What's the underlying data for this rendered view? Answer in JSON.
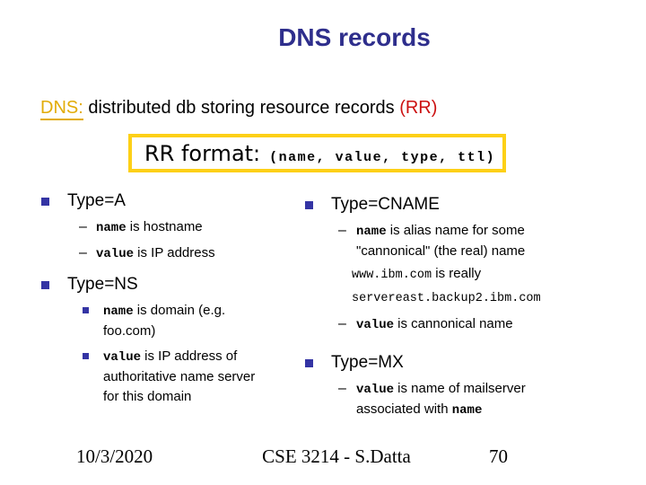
{
  "colors": {
    "title-navy": "#2e2e8c",
    "bullet-blue": "#3434a4",
    "gold": "#e2ac07",
    "box-gold": "#fdd017",
    "red": "#cc1111"
  },
  "slide": {
    "title": "DNS records",
    "intro": {
      "label": "DNS:",
      "body": " distributed db storing resource records ",
      "highlight": "(RR)"
    },
    "rr_box": {
      "label": "RR format:",
      "tuple": "(name, value, type, ttl)"
    },
    "markers": {
      "dash": "–"
    },
    "sections": {
      "type_a": {
        "heading": "Type=A",
        "item1": {
          "kw": "name",
          "rest": " is hostname"
        },
        "item2": {
          "kw": "value",
          "rest": " is IP address"
        }
      },
      "type_ns": {
        "heading": "Type=NS",
        "item1": {
          "kw": "name",
          "rest": " is domain (e.g.",
          "line2": "foo.com)"
        },
        "item2": {
          "kw": "value",
          "rest": " is IP address of",
          "line2": "authoritative name server",
          "line3": "for this domain"
        }
      },
      "type_cname": {
        "heading": "Type=CNAME",
        "item1": {
          "kw": "name",
          "rest": " is alias name for some",
          "line2": "\"cannonical\" (the real) name"
        },
        "note": {
          "host": "www.ibm.com",
          "rest": " is really",
          "line2": "servereast.backup2.ibm.com"
        },
        "item2": {
          "kw": "value",
          "rest": " is cannonical name"
        }
      },
      "type_mx": {
        "heading": "Type=MX",
        "item1": {
          "kw": "value",
          "rest": " is name of mailserver",
          "line2_pre": "associated with ",
          "line2_kw": "name"
        }
      }
    },
    "footer": {
      "date": "10/3/2020",
      "course": "CSE 3214 - S.Datta",
      "page_number": "70"
    }
  }
}
